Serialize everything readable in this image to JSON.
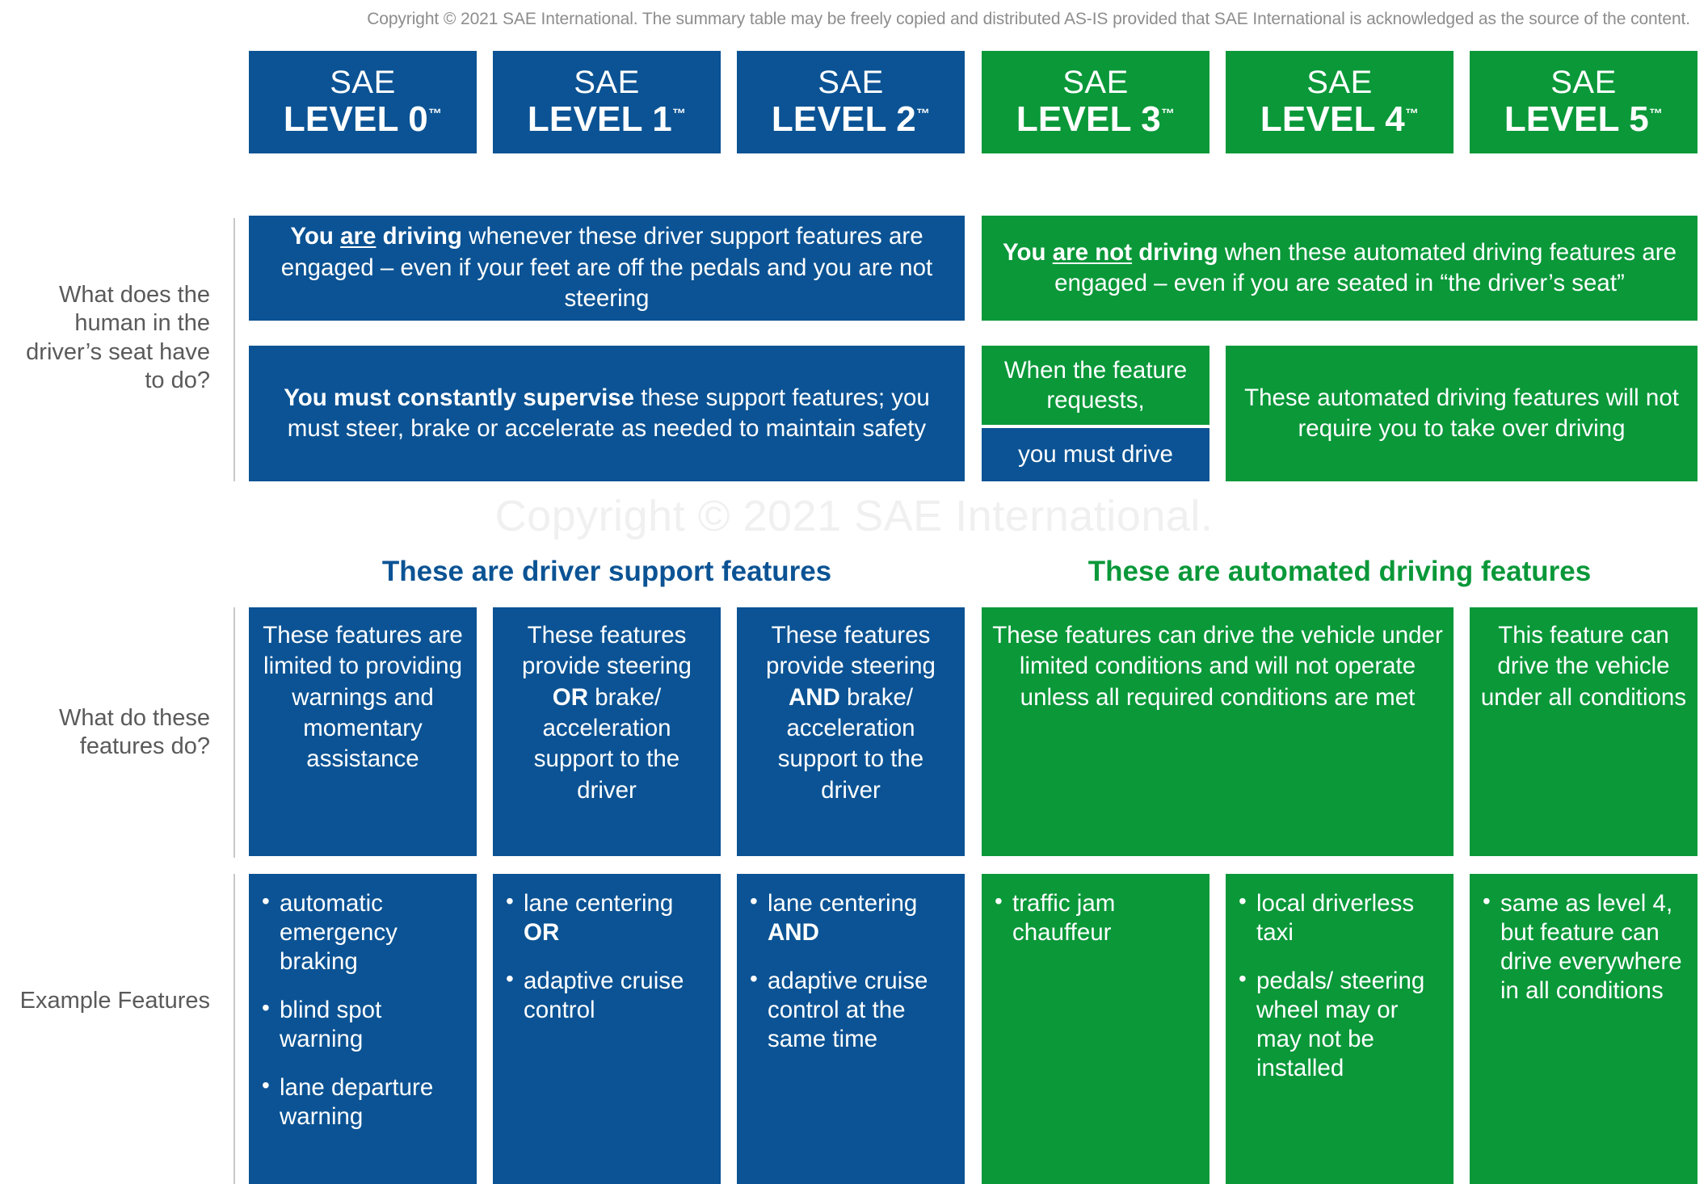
{
  "copyright": "Copyright © 2021 SAE International. The summary table may be freely copied and distributed AS-IS provided that SAE International is acknowledged as the source of the content.",
  "watermark": "Copyright © 2021 SAE International.",
  "colors": {
    "blue": "#0b5394",
    "green": "#0a9839",
    "label_gray": "#5a5a5a",
    "rule_gray": "#c8c8c8"
  },
  "levels": [
    {
      "brand": "SAE",
      "name": "LEVEL 0",
      "tm": "™",
      "color": "blue"
    },
    {
      "brand": "SAE",
      "name": "LEVEL 1",
      "tm": "™",
      "color": "blue"
    },
    {
      "brand": "SAE",
      "name": "LEVEL 2",
      "tm": "™",
      "color": "blue"
    },
    {
      "brand": "SAE",
      "name": "LEVEL 3",
      "tm": "™",
      "color": "green"
    },
    {
      "brand": "SAE",
      "name": "LEVEL 4",
      "tm": "™",
      "color": "green"
    },
    {
      "brand": "SAE",
      "name": "LEVEL 5",
      "tm": "™",
      "color": "green"
    }
  ],
  "row_labels": {
    "human_role": "What does the human in the driver’s seat have to do?",
    "feature_function": "What do these features do?",
    "examples": "Example Features"
  },
  "section_captions": {
    "support": "These are driver support features",
    "automated": "These are automated driving features"
  },
  "human_role": {
    "support_driving_bold": "You are driving",
    "support_driving_underline": "are",
    "support_driving_rest": " whenever these driver support features are engaged – even if your feet are off the pedals and you are not steering",
    "automated_driving_bold": "You are not driving",
    "automated_driving_underline": "are not",
    "automated_driving_rest": " when these automated driving features are engaged – even if you are seated in “the driver’s seat”",
    "supervise_bold": "You must constantly supervise",
    "supervise_rest": " these support features; you must steer, brake or accelerate as needed to maintain safety",
    "l3_request": "When the feature requests,",
    "l3_must_drive": "you must drive",
    "l45_no_takeover": "These automated driving features will not require you to take over driving"
  },
  "feature_function": {
    "level0": "These features are limited to providing warnings and momentary assistance",
    "level1_a": "These features provide steering",
    "level1_bold": "OR",
    "level1_b": " brake/ acceleration support to the driver",
    "level2_a": "These features provide steering",
    "level2_bold": "AND",
    "level2_b": " brake/ acceleration support to the driver",
    "level34": "These features can drive the vehicle under limited conditions and will not operate unless all required conditions are met",
    "level5": "This feature can drive the vehicle under all conditions"
  },
  "examples": {
    "level0": [
      "automatic emergency braking",
      "blind spot warning",
      "lane departure warning"
    ],
    "level1": [
      "lane centering"
    ],
    "level1_conjunction": "OR",
    "level1_after": [
      "adaptive cruise control"
    ],
    "level2": [
      "lane centering"
    ],
    "level2_conjunction": "AND",
    "level2_after": [
      "adaptive cruise control at the same time"
    ],
    "level3": [
      "traffic jam chauffeur"
    ],
    "level4": [
      "local driverless taxi",
      "pedals/ steering wheel may or may not be installed"
    ],
    "level5": [
      "same as level 4, but feature can drive everywhere in all conditions"
    ]
  }
}
